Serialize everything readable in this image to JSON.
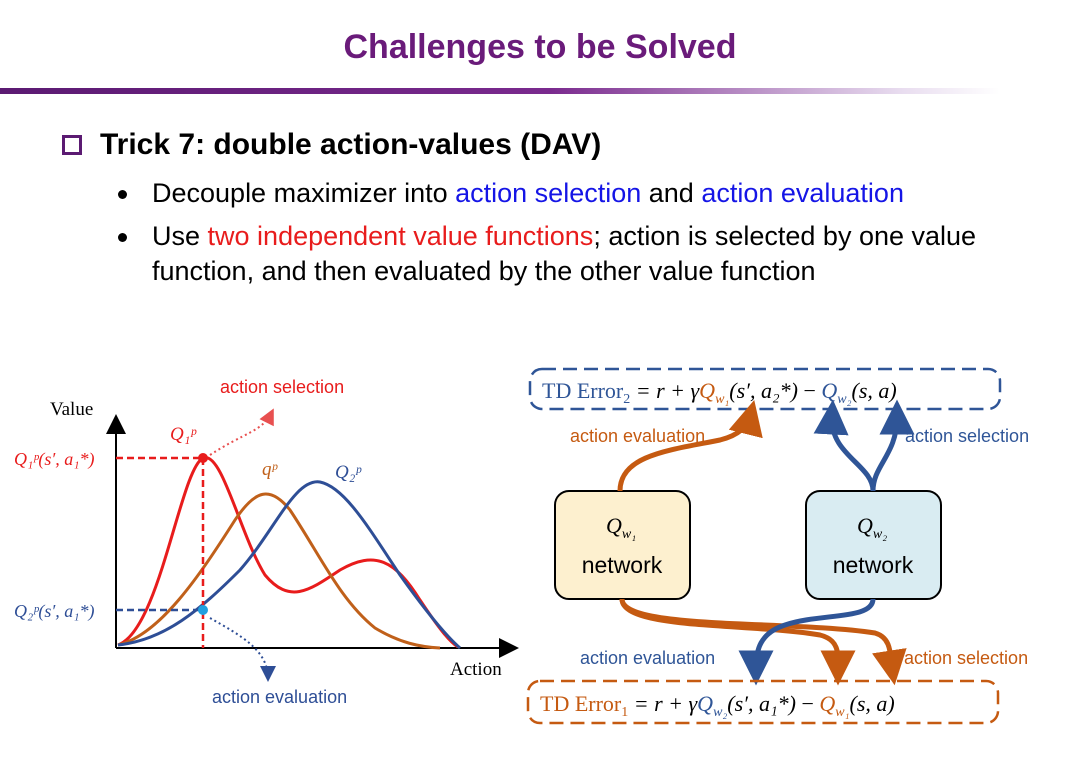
{
  "slide": {
    "title": "Challenges to be Solved",
    "heading": "Trick 7: double action-values (DAV)",
    "bullet1": {
      "before": "Decouple maximizer into ",
      "hl1": "action selection",
      "mid": " and ",
      "hl2": "action evaluation"
    },
    "bullet2": {
      "before": "Use ",
      "hl": "two independent value functions",
      "after": "; action is selected by one value function, and then evaluated by the other value function"
    }
  },
  "plot": {
    "ylabel": "Value",
    "xlabel": "Action",
    "label_q1": "Q₁ᵖ",
    "label_q": "qᵖ",
    "label_q2": "Q₂ᵖ",
    "tick_high": "Q₁ᵖ(s′, a₁*)",
    "tick_low": "Q₂ᵖ(s′, a₁*)",
    "action_selection": "action selection",
    "action_evaluation": "action evaluation",
    "colors": {
      "q1": "#e81c1c",
      "q": "#c0601a",
      "q2": "#2e4e96"
    }
  },
  "diagram": {
    "td2": {
      "lhs": "TD Error",
      "sub": "2",
      "eq": " = r + γ",
      "qa": "Q",
      "qa_sub": "w₁",
      "args_a": "(s′, a₂*)",
      "minus": " − ",
      "qb": "Q",
      "qb_sub": "w₂",
      "args_b": "(s, a)"
    },
    "td1": {
      "lhs": "TD Error",
      "sub": "1",
      "eq": " = r + γ",
      "qa": "Q",
      "qa_sub": "w₂",
      "args_a": "(s′, a₁*)",
      "minus": " − ",
      "qb": "Q",
      "qb_sub": "w₁",
      "args_b": "(s, a)"
    },
    "net1": {
      "sym": "Q",
      "sub": "w₁",
      "label": "network"
    },
    "net2": {
      "sym": "Q",
      "sub": "w₂",
      "label": "network"
    },
    "top_eval": "action evaluation",
    "top_sel": "action selection",
    "bot_eval": "action evaluation",
    "bot_sel": "action selection",
    "colors": {
      "orange": "#c55a11",
      "blue": "#2f5597",
      "net1_fill": "#fdf0cf",
      "net2_fill": "#d9ecf2"
    }
  }
}
